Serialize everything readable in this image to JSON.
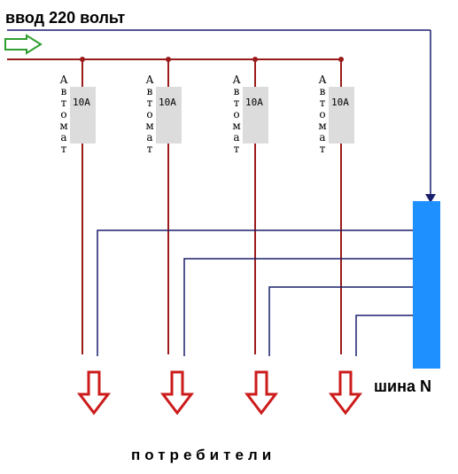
{
  "title": "ввод 220 вольт",
  "bus_label": "шина N",
  "consumers_label": "потребители",
  "breakers": [
    {
      "rating": "10A",
      "vertical_text": "Автомат"
    },
    {
      "rating": "10A",
      "vertical_text": "Автомат"
    },
    {
      "rating": "10A",
      "vertical_text": "Автомат"
    },
    {
      "rating": "10A",
      "vertical_text": "Автомат"
    }
  ],
  "colors": {
    "phase_wire": "#9b1b1b",
    "neutral_wire": "#1a1f6b",
    "bus": "#1e90ff",
    "input_arrow": "#2e9e2e",
    "output_arrow": "#cc1b1b",
    "breaker_body": "#dcdcdc"
  }
}
